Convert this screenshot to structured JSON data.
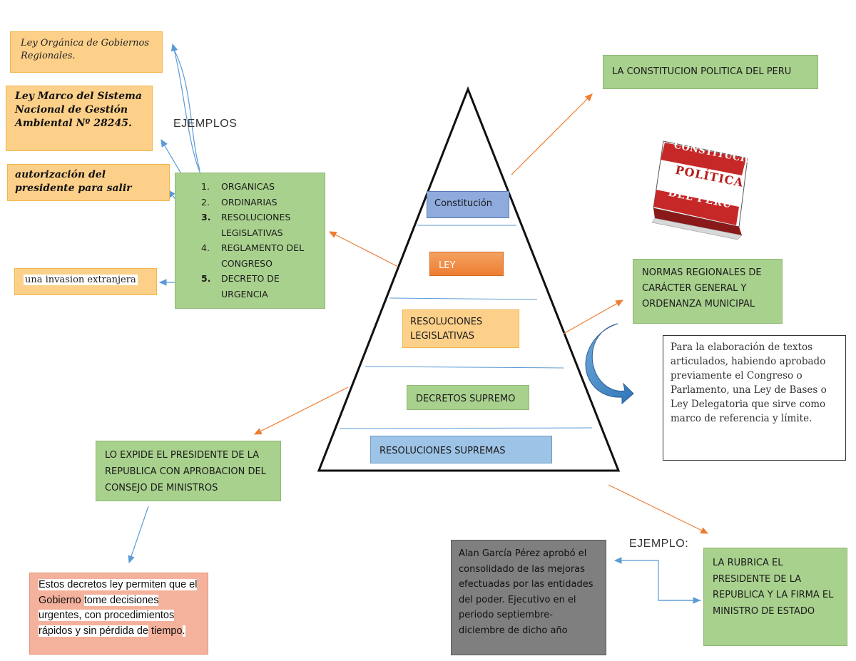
{
  "examples_left": {
    "ley_organica": "Ley Orgánica de Gobiernos Regionales.",
    "ley_marco": "Ley Marco del Sistema Nacional de Gestión Ambiental Nº 28245.",
    "autorizacion": "autorización del presidente para salir",
    "invasion": "una invasion extranjera",
    "ejemplos_label": "EJEMPLOS"
  },
  "ley_types": {
    "items": [
      {
        "num": "1.",
        "text": "ORGANICAS"
      },
      {
        "num": "2.",
        "text": "ORDINARIAS"
      },
      {
        "num": "3.",
        "text": "RESOLUCIONES LEGISLATIVAS"
      },
      {
        "num": "4.",
        "text": "REGLAMENTO DEL CONGRESO"
      },
      {
        "num": "5.",
        "text": "DECRETO DE URGENCIA"
      }
    ]
  },
  "pyramid": {
    "constitucion": "Constitución",
    "ley": "LEY",
    "resoluciones_legislativas": "RESOLUCIONES LEGISLATIVAS",
    "decretos_supremo": "DECRETOS SUPREMO",
    "resoluciones_supremas": "RESOLUCIONES SUPREMAS"
  },
  "right": {
    "constitucion_title": "LA CONSTITUCION POLITICA DEL PERU",
    "book_line1": "CONSTITUCIÓN",
    "book_line2": "POLÍTICA",
    "book_line3": "DEL PERÚ",
    "normas_regionales": "NORMAS REGIONALES DE CARÁCTER GENERAL Y ORDENANZA MUNICIPAL",
    "textos_articulados": "Para la elaboración de textos articulados, habiendo aprobado previamente el Congreso o Parlamento, una Ley de Bases o Ley Delegatoria que sirve como marco de referencia y límite."
  },
  "bottom": {
    "expide": "LO EXPIDE EL PRESIDENTE DE LA REPUBLICA CON APROBACION DEL CONSEJO DE MINISTROS",
    "decretos_ley_part1": "Estos decretos ley permiten que el",
    "decretos_ley_gobierno": "Gobierno",
    "decretos_ley_part2": "tome decisiones urgentes, con procedimientos rápidos y sin pérdida de",
    "decretos_ley_tiempo": "tiempo",
    "decretos_ley_end": ".",
    "ejemplo_label": "EJEMPLO:",
    "alan_garcia": "Alan García Pérez aprobó el consolidado de las mejoras efectuadas por las entidades del poder. Ejecutivo en el periodo septiembre-diciembre de dicho año",
    "rubrica": "LA RUBRICA EL PRESIDENTE DE LA REPUBLICA Y LA FIRMA EL MINISTRO DE ESTADO"
  },
  "colors": {
    "green": "#a9d18e",
    "orange_box": "#fdd08a",
    "salmon": "#f4b19c",
    "gray": "#7f7f7f",
    "blue_box": "#9dc3e6",
    "arrow_orange": "#ed7d31",
    "arrow_blue": "#5b9bd5"
  }
}
